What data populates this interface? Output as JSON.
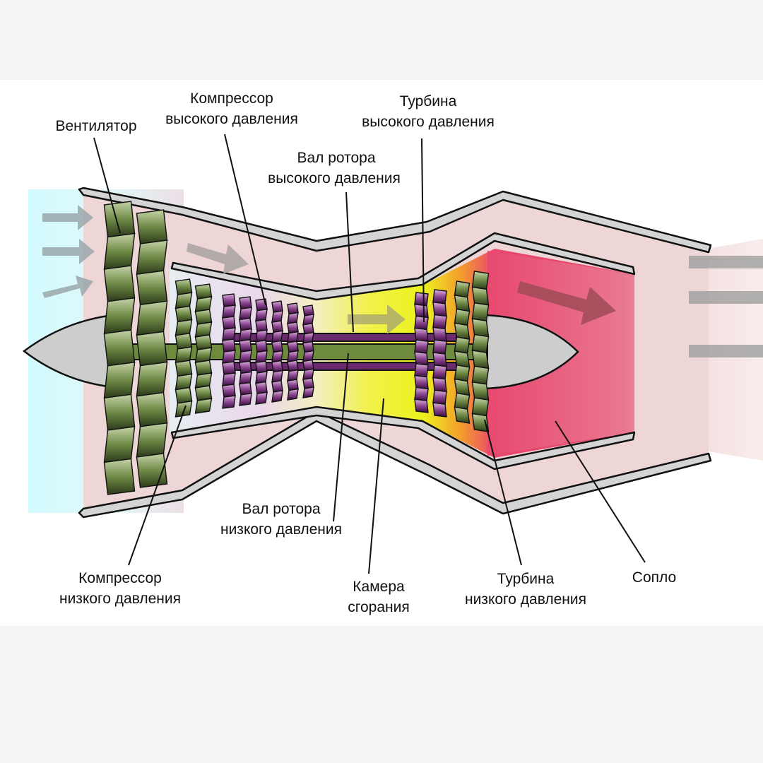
{
  "colors": {
    "page_background": "#f4f4f4",
    "diagram_background": "#ffffff",
    "bypass_air": "#eed5d5",
    "intake_air": "#d9fbff",
    "combustion_glow": "#f2f21e",
    "exhaust_hot": "#e8486e",
    "casing_fill": "#d4d4d4",
    "outline": "#111111",
    "low_pressure_spool": "#6e8b3d",
    "high_pressure_spool": "#6a2a6e",
    "flow_arrow_cool": "#9aa6a8",
    "flow_arrow_warm": "#a05a5a"
  },
  "labels": {
    "fan": [
      "Вентилятор"
    ],
    "hp_compressor": [
      "Компрессор",
      "высокого давления"
    ],
    "hp_shaft": [
      "Вал ротора",
      "высокого давления"
    ],
    "hp_turbine": [
      "Турбина",
      "высокого давления"
    ],
    "lp_shaft": [
      "Вал ротора",
      "низкого давления"
    ],
    "lp_compressor": [
      "Компрессор",
      "низкого давления"
    ],
    "combustion_chamber": [
      "Камера",
      "сгорания"
    ],
    "lp_turbine": [
      "Турбина",
      "низкого давления"
    ],
    "nozzle": [
      "Сопло"
    ]
  }
}
